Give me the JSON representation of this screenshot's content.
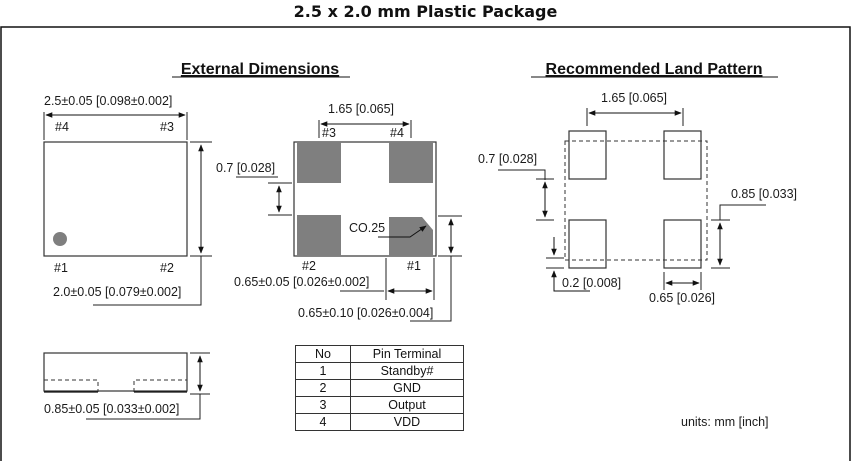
{
  "title": "2.5 x 2.0 mm Plastic Package",
  "sections": {
    "external": "External Dimensions",
    "land": "Recommended Land Pattern"
  },
  "external": {
    "width_dim": "2.5±0.05 [0.098±0.002]",
    "height_dim": "2.0±0.05 [0.079±0.002]",
    "thickness_dim": "0.85±0.05 [0.033±0.002]",
    "pins_top": [
      "#4",
      "#3"
    ],
    "pins_bottom": [
      "#1",
      "#2"
    ],
    "pad_pitch": "1.65 [0.065]",
    "pad_gap": "0.7 [0.028]",
    "pads_top": [
      "#3",
      "#4"
    ],
    "pads_bottom": [
      "#2",
      "#1"
    ],
    "chamfer": "CO.25",
    "pad_width": "0.65±0.05 [0.026±0.002]",
    "pad_height": "0.65±0.10 [0.026±0.004]"
  },
  "land": {
    "pitch": "1.65 [0.065]",
    "gap": "0.7 [0.028]",
    "pad_height": "0.85 [0.033]",
    "overlap": "0.2 [0.008]",
    "pad_width": "0.65 [0.026]"
  },
  "pin_table": {
    "headers": [
      "No",
      "Pin Terminal"
    ],
    "rows": [
      [
        "1",
        "Standby#"
      ],
      [
        "2",
        "GND"
      ],
      [
        "3",
        "Output"
      ],
      [
        "4",
        "VDD"
      ]
    ]
  },
  "units": "units:  mm [inch]",
  "colors": {
    "pad_fill": "#7f7f7f",
    "line": "#222222"
  }
}
